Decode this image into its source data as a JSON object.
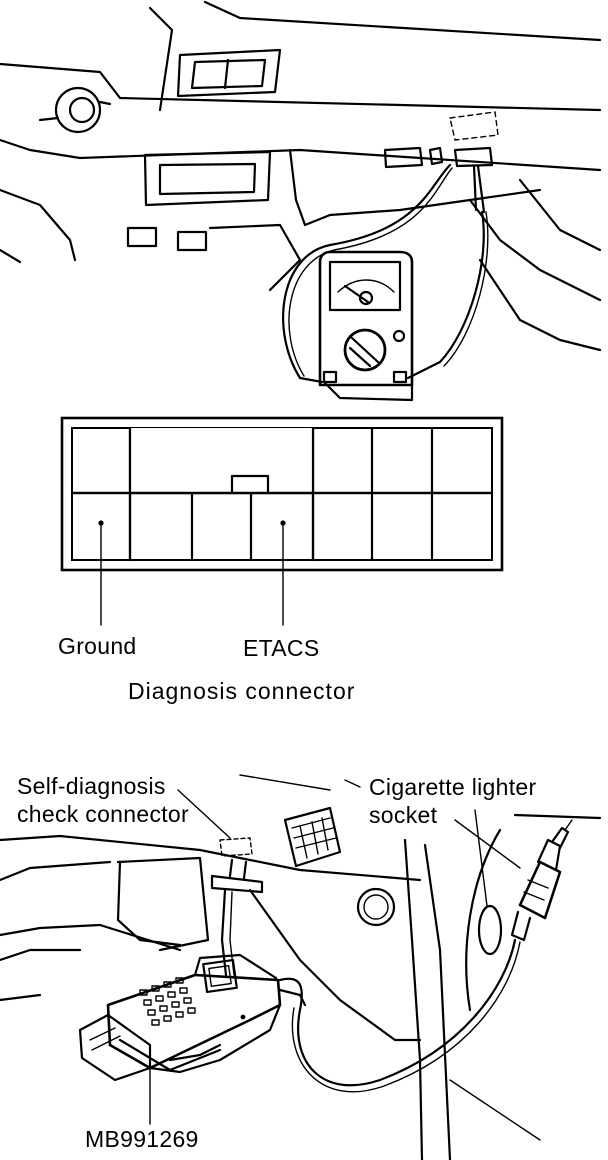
{
  "figure": {
    "connector_labels": {
      "ground": "Ground",
      "etacs": "ETACS",
      "caption": "Diagnosis connector"
    },
    "bottom_labels": {
      "self_diag_line1": "Self-diagnosis",
      "self_diag_line2": "check connector",
      "lighter_line1": "Cigarette lighter",
      "lighter_line2": "socket",
      "tool_part": "MB991269"
    },
    "icons": [
      "analog-meter-icon",
      "diagnosis-connector-icon",
      "scan-tool-icon",
      "cigarette-plug-icon"
    ]
  }
}
